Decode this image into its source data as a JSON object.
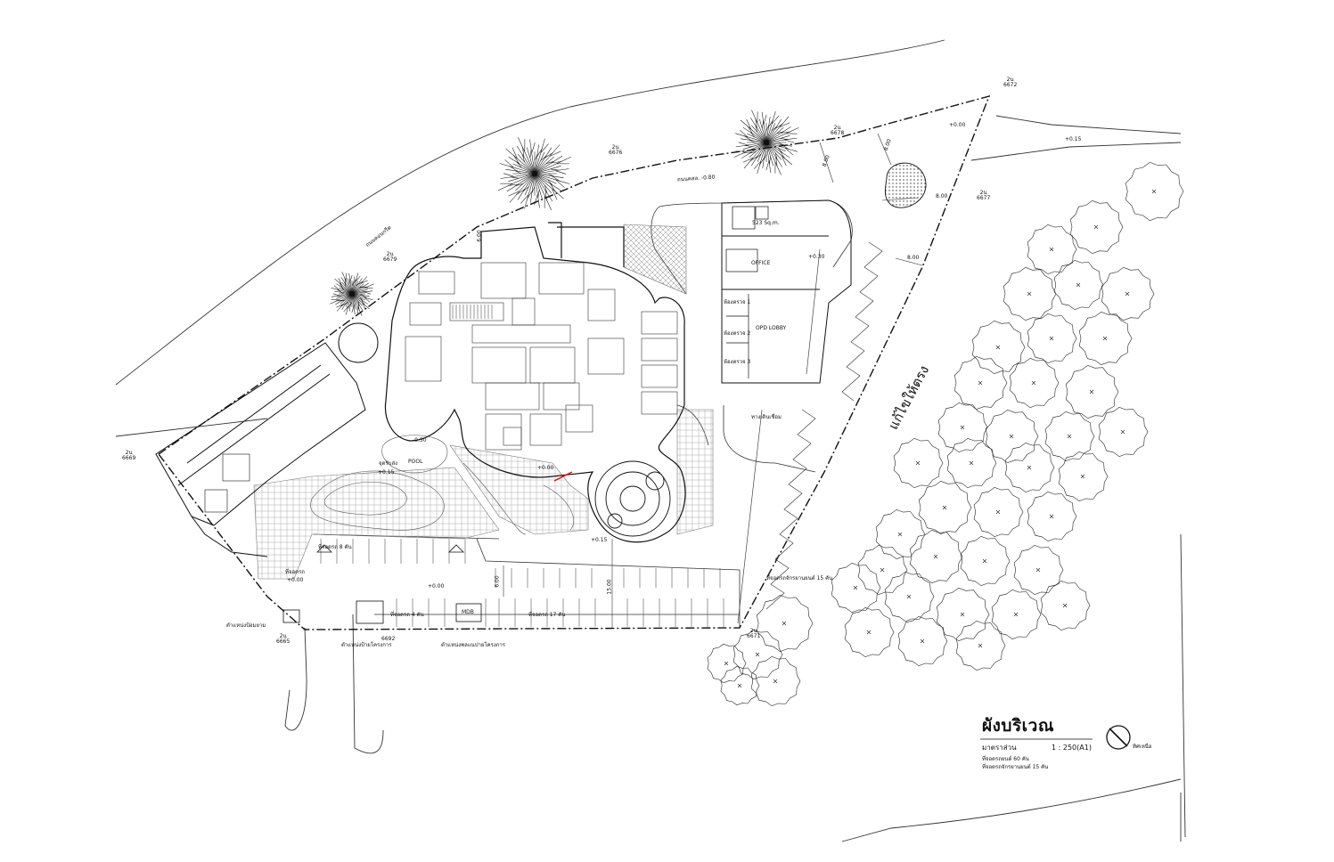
{
  "drawing": {
    "title": "ผังบริเวณ",
    "scale_label": "มาตราส่วน",
    "scale_value": "1 : 250(A1)",
    "north_label": "ทิศเหนือ",
    "summary": [
      "ที่จอดรถยนต์ 60 คัน",
      "ที่จอดรถจักรยานยนต์ 15 คัน"
    ]
  },
  "boundary_markers": [
    {
      "label": "2น",
      "code": "6672"
    },
    {
      "label": "2น",
      "code": "6678"
    },
    {
      "label": "2น",
      "code": "6676"
    },
    {
      "label": "2น",
      "code": "6677"
    },
    {
      "label": "2น",
      "code": "6679"
    },
    {
      "label": "2น",
      "code": "6669"
    },
    {
      "label": "2น",
      "code": "6665"
    },
    {
      "label": "2น",
      "code": "6671"
    },
    {
      "label": "",
      "code": "6692"
    }
  ],
  "levels": [
    "+0.00",
    "+0.15",
    "+0.00",
    "+0.30",
    "+0.15",
    "+0.00",
    "+0.00",
    "+0.15",
    "-0.50"
  ],
  "dimensions": [
    "8.00",
    "8.00",
    "8.00",
    "8.00",
    "6.00",
    "6.00",
    "15.00"
  ],
  "spaces": {
    "office": "OFFICE",
    "opd_lobby": "OPD LOBBY",
    "area": "523 Sq.m.",
    "exam_rooms": [
      "ห้องตรวจ 1",
      "ห้องตรวจ 2",
      "ห้องตรวจ 3"
    ],
    "pool": "POOL",
    "mdb": "MDB",
    "corridor": "ทางเดินเชื่อม"
  },
  "roads": {
    "main_road": "ถนนคสล. -0.80",
    "service_road": "ถนนคอนกรีต",
    "canal": "แก้ไขให้ตรง"
  },
  "parking": {
    "p1": "ที่จอดรถ 8 คัน",
    "p2": "ที่จอดรถ",
    "p3": "ที่จอดรถ 4 คัน",
    "p4": "ที่จอดรถ 17 คัน",
    "moto": "ที่จอดรถจักรยานยนต์ 15 คัน",
    "drop": "จุดรับส่ง"
  },
  "signs": {
    "guard": "ตำแหน่งป้อมยาม",
    "sign1": "ตำแหน่งป้ายโครงการ",
    "sign2": "ตำแหน่งพลแนปายโครงการ"
  }
}
